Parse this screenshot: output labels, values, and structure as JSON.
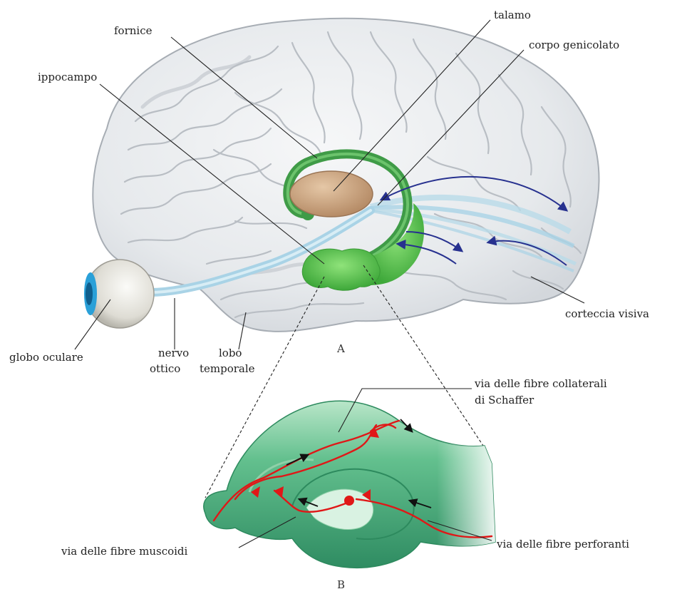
{
  "panel_a": {
    "letter": "A",
    "labels": {
      "fornice": "fornice",
      "talamo": "talamo",
      "corpo_genicolato": "corpo genicolato",
      "ippocampo": "ippocampo",
      "corteccia_visiva": "corteccia visiva",
      "globo_oculare": "globo oculare",
      "nervo_ottico_1": "nervo",
      "nervo_ottico_2": "ottico",
      "lobo_temporale_1": "lobo",
      "lobo_temporale_2": "temporale"
    }
  },
  "panel_b": {
    "letter": "B",
    "labels": {
      "collaterali_1": "via delle fibre collaterali",
      "collaterali_2": "di Schaffer",
      "muscoidi": "via delle fibre muscoidi",
      "perforanti": "via delle fibre perforanti"
    }
  },
  "colors": {
    "brain": "#e9ecef",
    "fornix": "#3f9b47",
    "thalamus": "#c9a27e",
    "hippocampus": "#5cc24a",
    "optic_nerve": "#a9d3e6",
    "pathway_arrows": "#27318f",
    "hippocampus_section": "#4fae7e",
    "circuit": "#e01717"
  },
  "icons": [
    "eyeball-illustration",
    "brain-illustration",
    "hippocampus-section-illustration"
  ]
}
